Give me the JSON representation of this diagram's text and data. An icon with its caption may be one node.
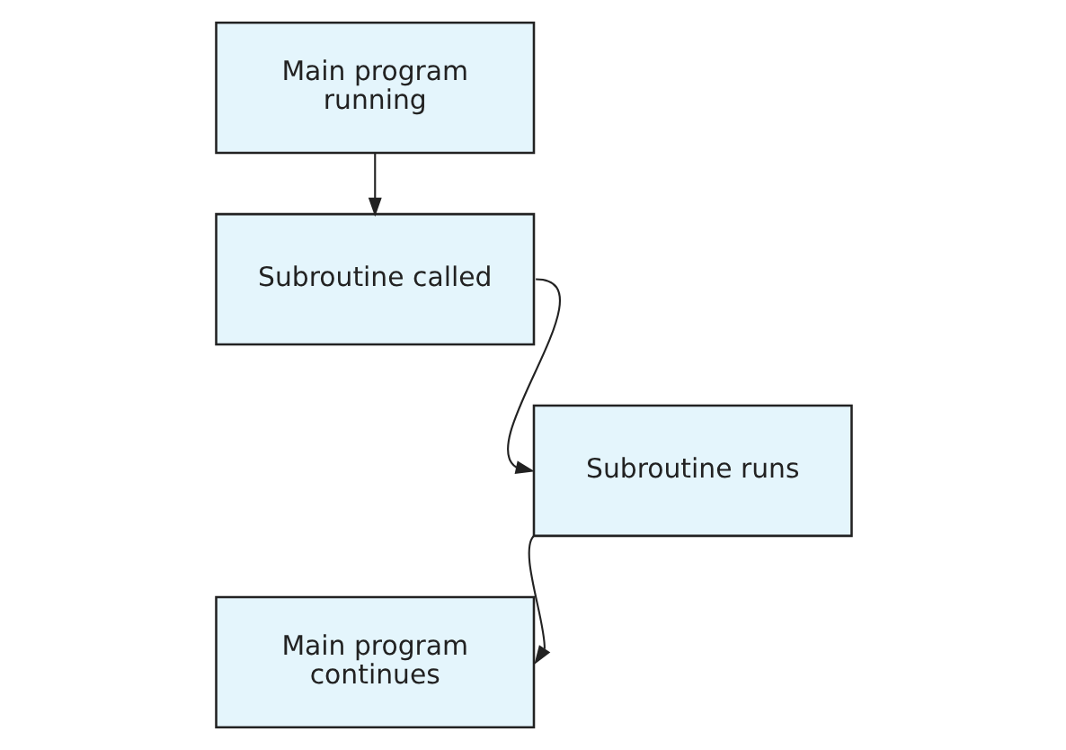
{
  "diagram": {
    "nodes": [
      {
        "text": [
          "Main program running"
        ]
      },
      {
        "text": [
          "Subroutine called"
        ]
      },
      {
        "text": [
          "Subroutine runs"
        ]
      },
      {
        "text": [
          "Main program continues"
        ]
      }
    ],
    "edges": [
      {
        "from": 0,
        "to": 1,
        "arrow": "to"
      },
      {
        "from": 1,
        "to": 2,
        "arrow": "to"
      },
      {
        "from": 2,
        "to": 3,
        "arrow": "to"
      }
    ]
  }
}
